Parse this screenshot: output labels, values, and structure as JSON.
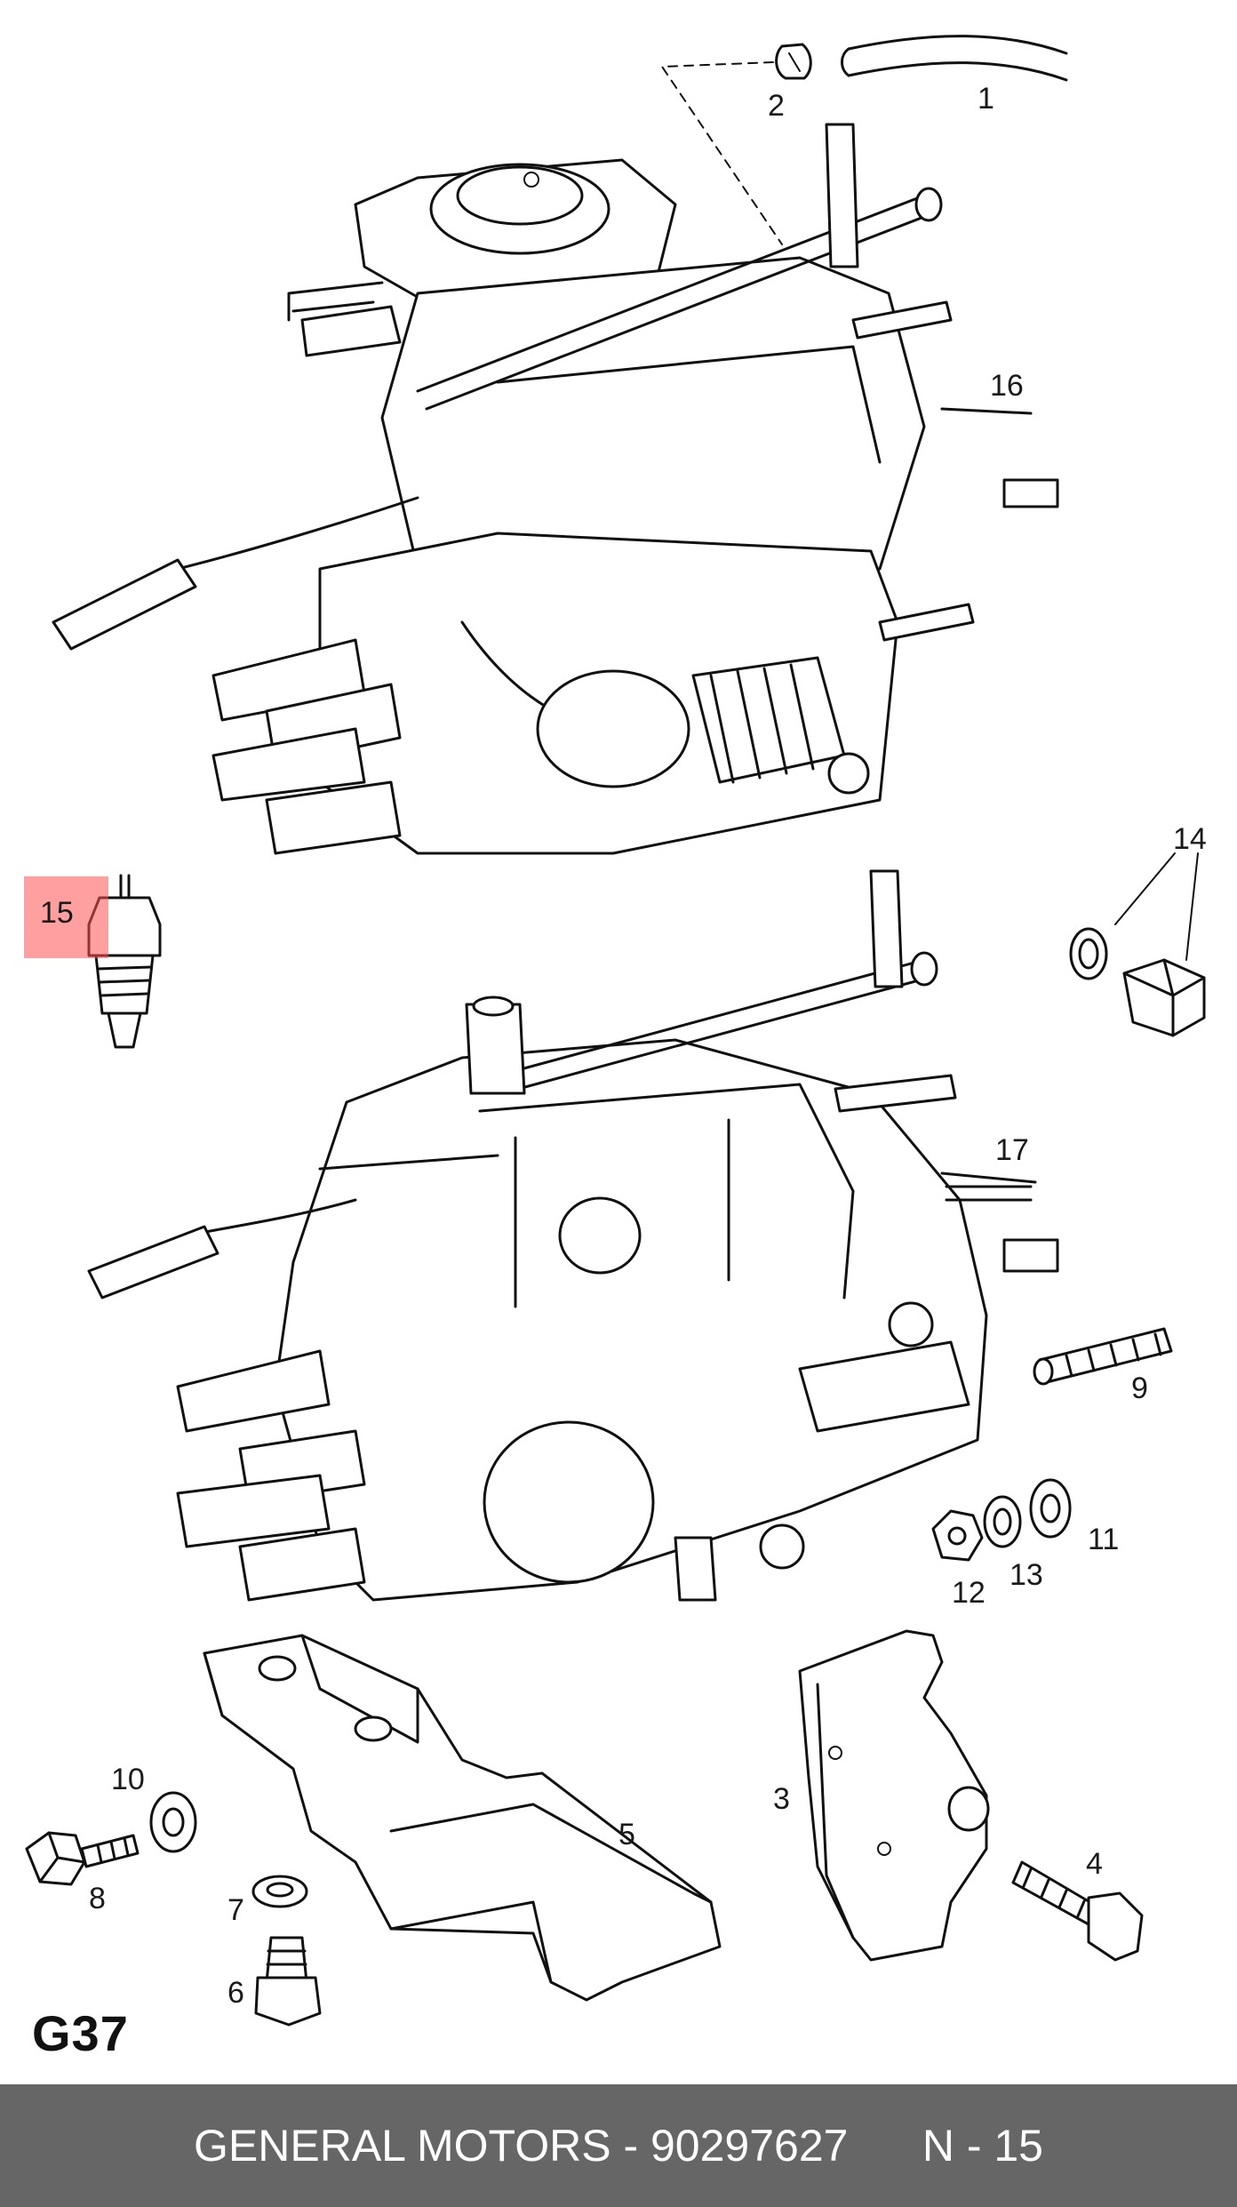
{
  "sheet_code": "G37",
  "footer": {
    "brand": "GENERAL MOTORS",
    "separator": " - ",
    "part_number": "90297627",
    "position": "N - 15"
  },
  "highlight": {
    "label": "15",
    "color": "#ff5050"
  },
  "callouts": [
    "1",
    "2",
    "3",
    "4",
    "5",
    "6",
    "7",
    "8",
    "9",
    "10",
    "11",
    "12",
    "13",
    "14",
    "16",
    "17"
  ]
}
